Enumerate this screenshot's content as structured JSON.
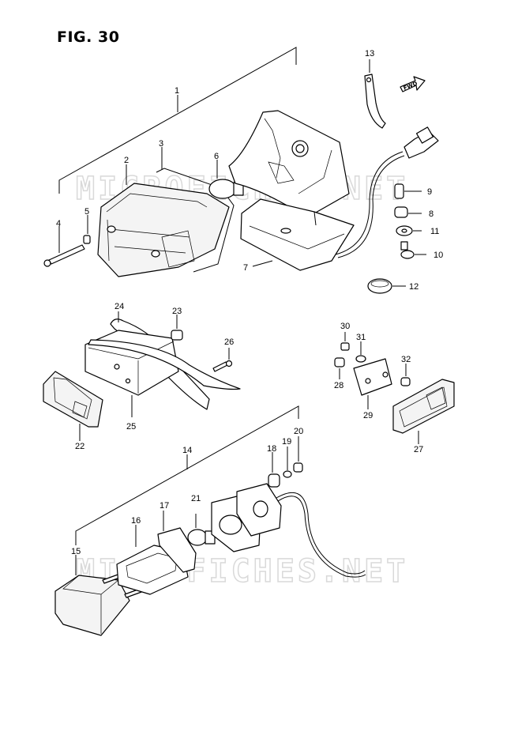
{
  "figure": {
    "title": "FIG. 30"
  },
  "watermark": {
    "text": "MICROFICHES.NET"
  },
  "direction_label": "FWD",
  "parts": [
    {
      "no": "1"
    },
    {
      "no": "2"
    },
    {
      "no": "3"
    },
    {
      "no": "4"
    },
    {
      "no": "5"
    },
    {
      "no": "6"
    },
    {
      "no": "7"
    },
    {
      "no": "8"
    },
    {
      "no": "9"
    },
    {
      "no": "10"
    },
    {
      "no": "11"
    },
    {
      "no": "12"
    },
    {
      "no": "13"
    },
    {
      "no": "14"
    },
    {
      "no": "15"
    },
    {
      "no": "16"
    },
    {
      "no": "17"
    },
    {
      "no": "18"
    },
    {
      "no": "19"
    },
    {
      "no": "20"
    },
    {
      "no": "21"
    },
    {
      "no": "22"
    },
    {
      "no": "23"
    },
    {
      "no": "24"
    },
    {
      "no": "25"
    },
    {
      "no": "26"
    },
    {
      "no": "27"
    },
    {
      "no": "28"
    },
    {
      "no": "29"
    },
    {
      "no": "30"
    },
    {
      "no": "31"
    },
    {
      "no": "32"
    }
  ]
}
